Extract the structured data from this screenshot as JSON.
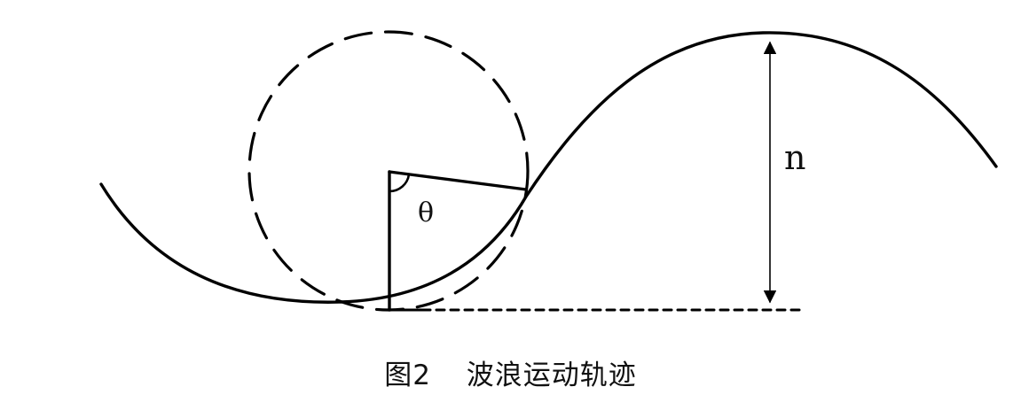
{
  "figure": {
    "height_label": "n",
    "angle_label": "θ",
    "caption_number": "图2",
    "caption_title": "波浪运动轨迹"
  },
  "colors": {
    "stroke": "#000000",
    "background": "#ffffff"
  }
}
